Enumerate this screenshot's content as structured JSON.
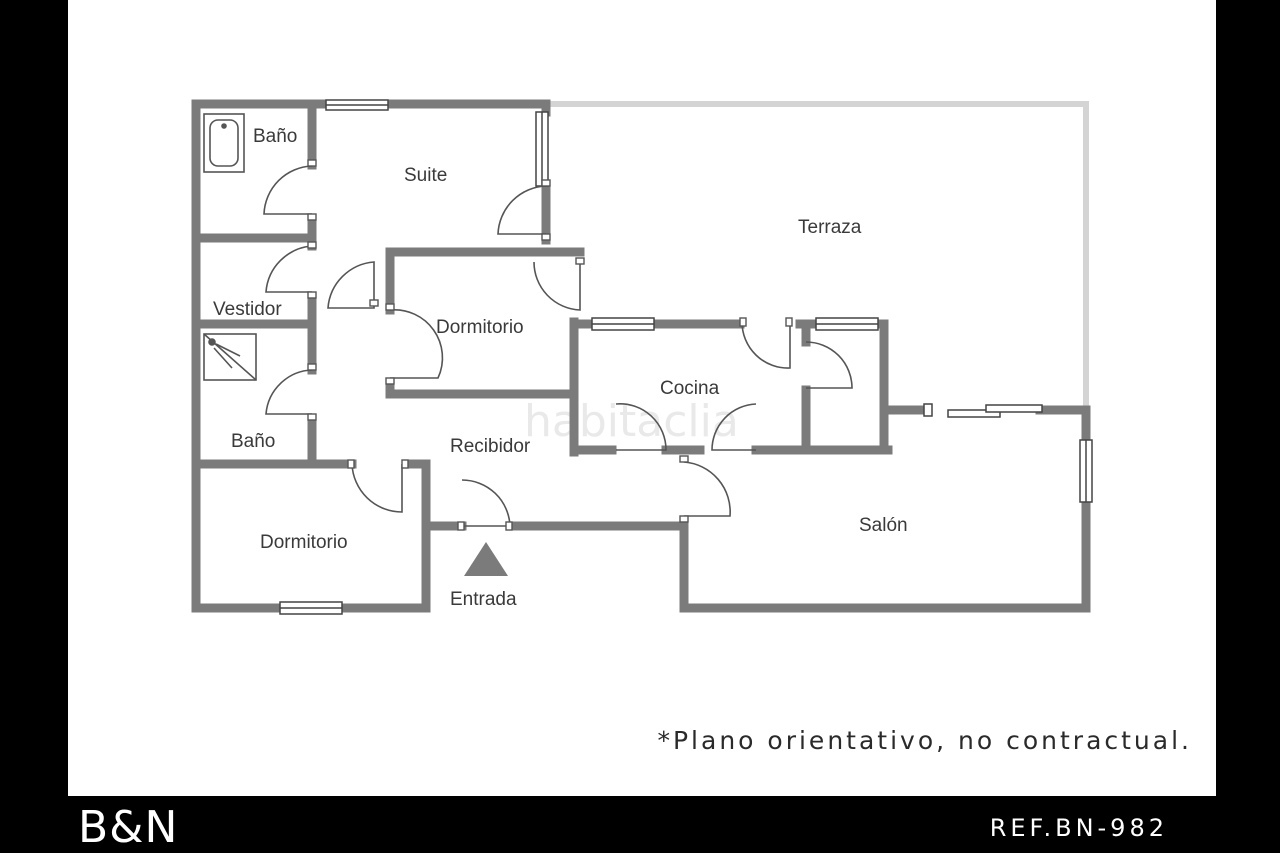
{
  "rooms": {
    "bano_top": "Baño",
    "suite": "Suite",
    "terraza": "Terraza",
    "vestidor": "Vestidor",
    "dormitorio_mid": "Dormitorio",
    "cocina": "Cocina",
    "bano_bottom": "Baño",
    "recibidor": "Recibidor",
    "salon": "Salón",
    "dormitorio_bottom": "Dormitorio",
    "entrada": "Entrada"
  },
  "watermark": "habitaclia",
  "disclaimer": "*Plano orientativo, no contractual.",
  "brand": "B&N",
  "reference": "REF.BN-982",
  "colors": {
    "wall": "#7b7b7b",
    "terrace_outline": "#d4d4d4",
    "frame": "#000000",
    "sheet": "#ffffff"
  }
}
